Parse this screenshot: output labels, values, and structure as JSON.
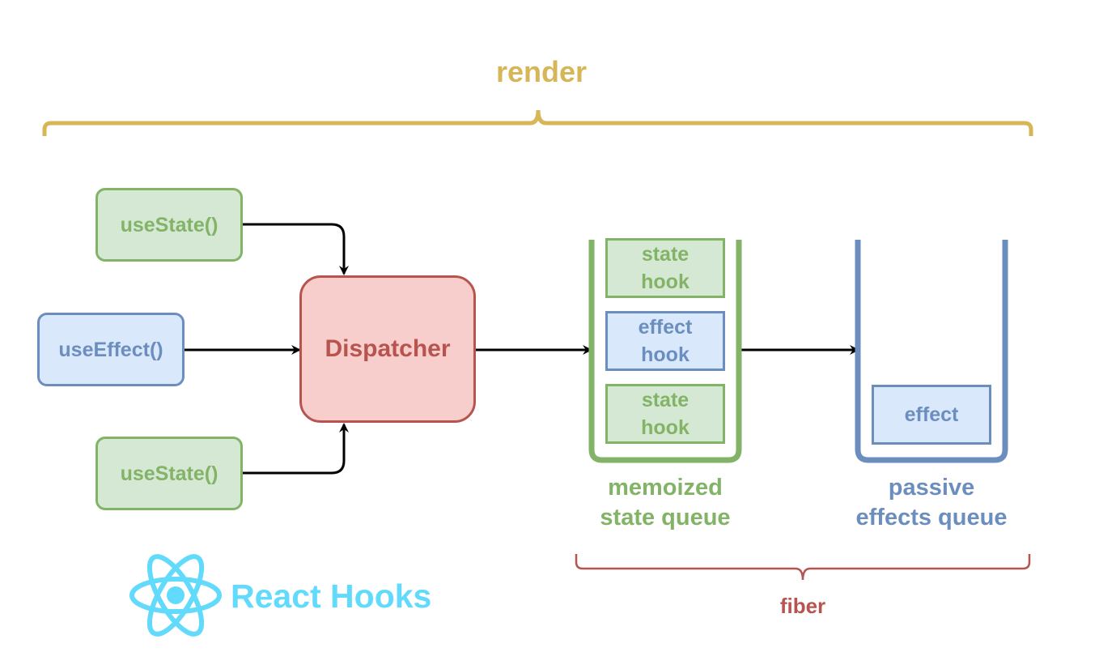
{
  "render_label": "render",
  "nodes": {
    "use_state_top": "useState()",
    "use_effect": "useEffect()",
    "use_state_bottom": "useState()",
    "dispatcher": "Dispatcher"
  },
  "state_queue": {
    "hooks": [
      "state\nhook",
      "effect\nhook",
      "state\nhook"
    ],
    "label": "memoized\nstate queue"
  },
  "effects_queue": {
    "items": [
      "effect"
    ],
    "label": "passive\neffects queue"
  },
  "fiber_label": "fiber",
  "logo_text": "React Hooks",
  "colors": {
    "render": "#d6b656",
    "green": "#82b366",
    "blue": "#6c8ebf",
    "red": "#b85450",
    "react": "#61dafb"
  }
}
